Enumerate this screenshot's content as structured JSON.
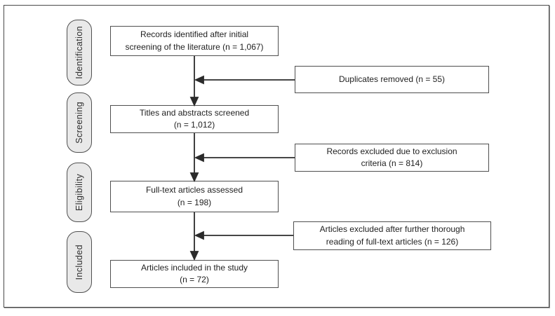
{
  "diagram": {
    "kind": "flow-diagram",
    "stage_labels": [
      {
        "label": "Identification"
      },
      {
        "label": "Screening"
      },
      {
        "label": "Eligibility"
      },
      {
        "label": "Included"
      }
    ],
    "main_flow": [
      {
        "line1": "Records identified after initial",
        "line2": "screening of the literature (n = 1,067)"
      },
      {
        "line1": "Titles and abstracts screened",
        "line2": "(n = 1,012)"
      },
      {
        "line1": "Full-text articles assessed",
        "line2": "(n = 198)"
      },
      {
        "line1": "Articles included in the study",
        "line2": "(n = 72)"
      }
    ],
    "exclusion_boxes": [
      {
        "line1": "Duplicates removed (n = 55)",
        "line2": ""
      },
      {
        "line1": "Records excluded due to exclusion",
        "line2": "criteria (n = 814)"
      },
      {
        "line1": "Articles excluded after further thorough",
        "line2": "reading of full-text articles (n = 126)"
      }
    ],
    "counts": {
      "records_identified": "1,067",
      "duplicates_removed": "55",
      "titles_abstracts_screened": "1,012",
      "records_excluded_criteria": "814",
      "full_text_assessed": "198",
      "articles_excluded_full_text": "126",
      "articles_included": "72"
    },
    "colors": {
      "stage_pill_fill": "#e9e9e9",
      "box_border": "#4f4f4f",
      "arrow": "#2b2b2b",
      "background": "#ffffff"
    }
  }
}
